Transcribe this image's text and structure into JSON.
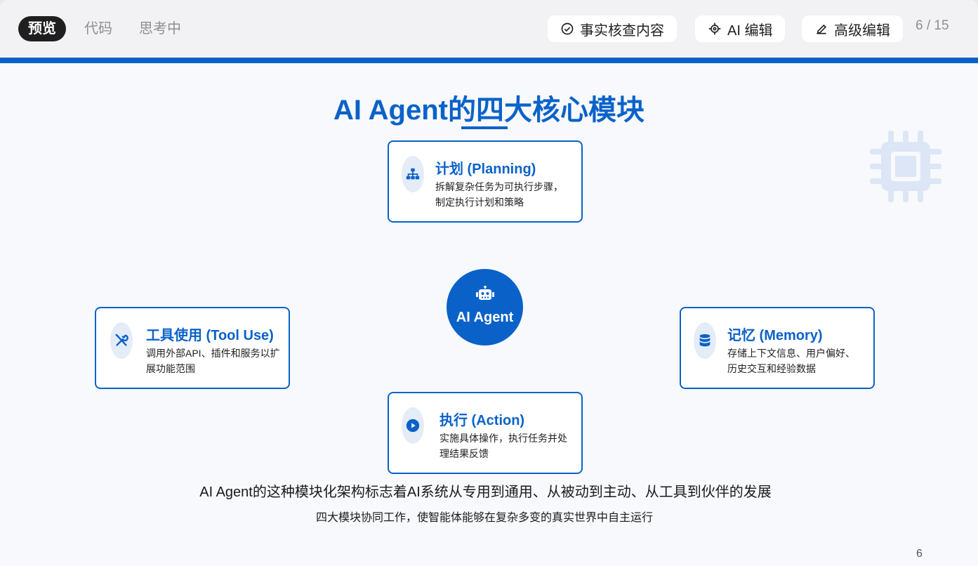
{
  "toolbar": {
    "tabs": [
      {
        "label": "预览"
      },
      {
        "label": "代码"
      },
      {
        "label": "思考中"
      }
    ],
    "buttons": {
      "fact_check": "事实核查内容",
      "ai_edit": "AI 编辑",
      "advanced_edit": "高级编辑"
    },
    "pager": "6 / 15"
  },
  "slide": {
    "title": "AI Agent的四大核心模块",
    "center_label": "AI Agent",
    "modules": {
      "planning": {
        "title": "计划 (Planning)",
        "desc": "拆解复杂任务为可执行步骤，制定执行计划和策略",
        "icon": "sitemap-icon"
      },
      "tools": {
        "title": "工具使用 (Tool Use)",
        "desc": "调用外部API、插件和服务以扩展功能范围",
        "icon": "tools-icon"
      },
      "memory": {
        "title": "记忆 (Memory)",
        "desc": "存储上下文信息、用户偏好、历史交互和经验数据",
        "icon": "database-icon"
      },
      "action": {
        "title": "执行 (Action)",
        "desc": "实施具体操作，执行任务并处理结果反馈",
        "icon": "play-circle-icon"
      }
    },
    "summary_main": "AI Agent的这种模块化架构标志着AI系统从专用到通用、从被动到主动、从工具到伙伴的发展",
    "summary_sub": "四大模块协同工作，使智能体能够在复杂多变的真实世界中自主运行",
    "page_number": "6",
    "colors": {
      "accent": "#0a62c9",
      "icon_bg": "#e4ecf8",
      "decor": "#dde6f6"
    }
  }
}
